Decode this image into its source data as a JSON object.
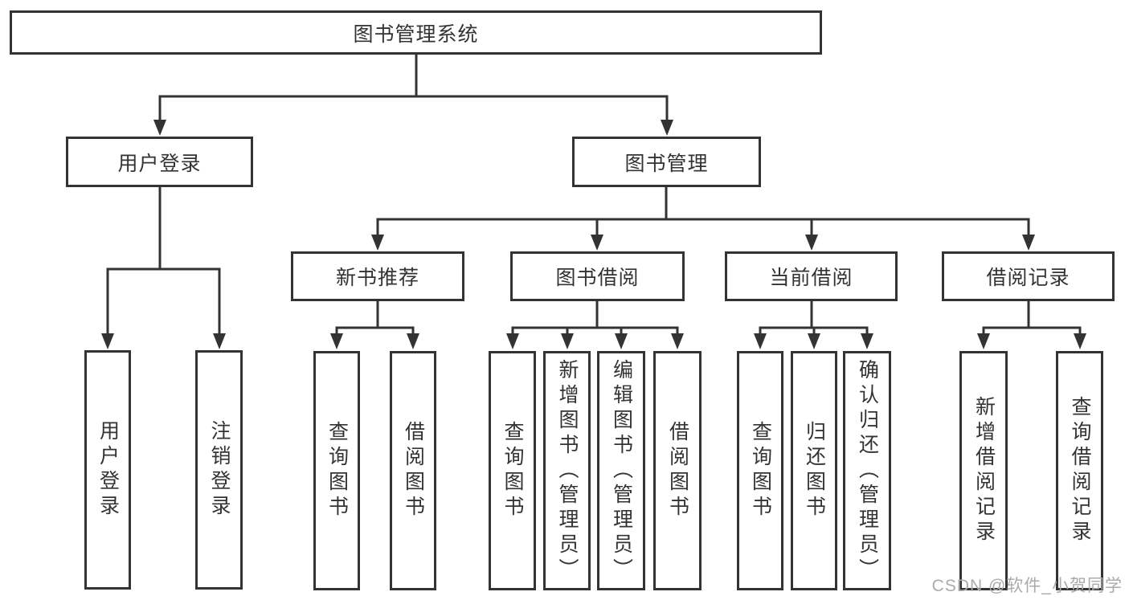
{
  "diagram": {
    "title": "图书管理系统",
    "type": "hierarchy-tree",
    "colors": {
      "line": "#333333",
      "box_border": "#333333",
      "box_fill": "#ffffff",
      "text": "#333333",
      "watermark": "#ababab",
      "background": "#ffffff"
    },
    "nodes": {
      "root": "图书管理系统",
      "user_login": "用户登录",
      "book_mgmt": "图书管理",
      "new_book_rec": "新书推荐",
      "book_borrow": "图书借阅",
      "current_borrow": "当前借阅",
      "borrow_records": "借阅记录",
      "login": "用户登录",
      "logout": "注销登录",
      "query_books_rec": "查询图书",
      "borrow_books_rec": "借阅图书",
      "query_books_borrow": "查询图书",
      "add_books_admin": "新增图书（管理员）",
      "edit_books_admin": "编辑图书（管理员）",
      "borrow_books_borrow": "借阅图书",
      "query_books_current": "查询图书",
      "return_books": "归还图书",
      "confirm_return_admin": "确认归还（管理员）",
      "add_borrow_record": "新增借阅记录",
      "query_borrow_record": "查询借阅记录"
    },
    "edges": [
      [
        "图书管理系统",
        "用户登录"
      ],
      [
        "图书管理系统",
        "图书管理"
      ],
      [
        "用户登录",
        "用户登录"
      ],
      [
        "用户登录",
        "注销登录"
      ],
      [
        "图书管理",
        "新书推荐"
      ],
      [
        "图书管理",
        "图书借阅"
      ],
      [
        "图书管理",
        "当前借阅"
      ],
      [
        "图书管理",
        "借阅记录"
      ],
      [
        "新书推荐",
        "查询图书"
      ],
      [
        "新书推荐",
        "借阅图书"
      ],
      [
        "图书借阅",
        "查询图书"
      ],
      [
        "图书借阅",
        "新增图书（管理员）"
      ],
      [
        "图书借阅",
        "编辑图书（管理员）"
      ],
      [
        "图书借阅",
        "借阅图书"
      ],
      [
        "当前借阅",
        "查询图书"
      ],
      [
        "当前借阅",
        "归还图书"
      ],
      [
        "当前借阅",
        "确认归还（管理员）"
      ],
      [
        "借阅记录",
        "新增借阅记录"
      ],
      [
        "借阅记录",
        "查询借阅记录"
      ]
    ],
    "watermark": "CSDN @软件_小贺同学"
  }
}
